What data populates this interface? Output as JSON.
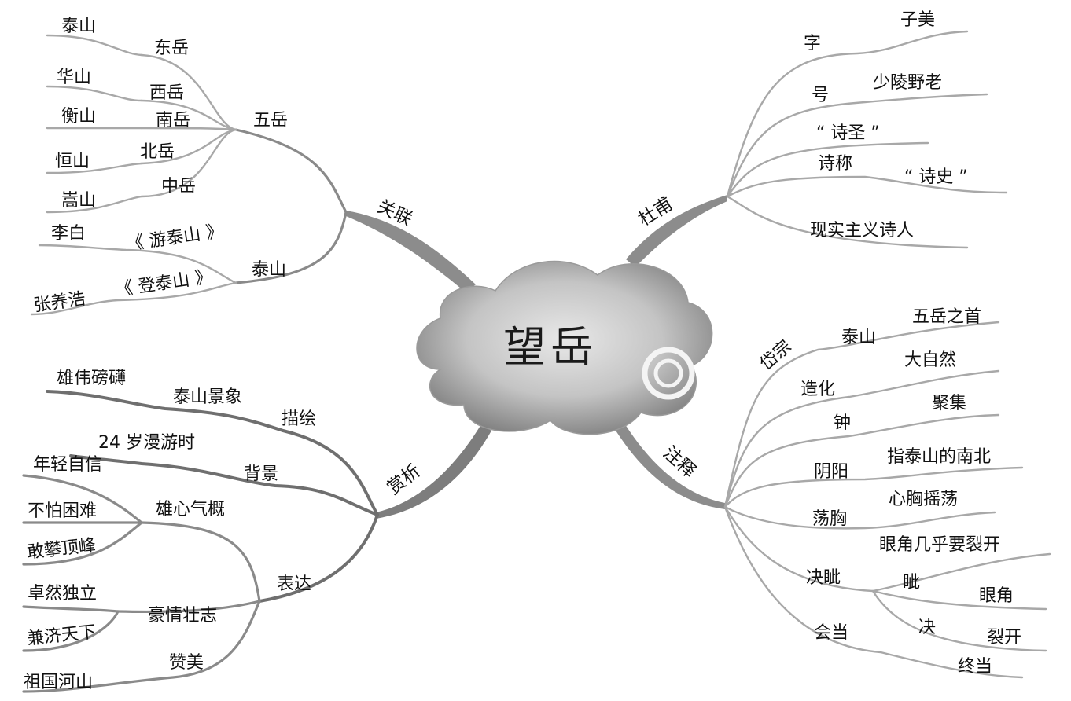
{
  "center": {
    "title": "望岳"
  },
  "branches": {
    "dufu": {
      "label": "杜甫",
      "zi": "字",
      "zimei": "子美",
      "hao": "号",
      "shaoling": "少陵野老",
      "shisheng": "“ 诗圣 ”",
      "shicheng": "诗称",
      "shishi": "“ 诗史 ”",
      "xianshi": "现实主义诗人"
    },
    "guanlian": {
      "label": "关联",
      "wuyue": "五岳",
      "taishan1": "泰山",
      "dongyue": "东岳",
      "huashan": "华山",
      "xiyue": "西岳",
      "hengshan_s": "衡山",
      "nanyue": "南岳",
      "hengshan_n": "恒山",
      "beiyue": "北岳",
      "songshan": "嵩山",
      "zhongyue": "中岳",
      "taishan2": "泰山",
      "libai": "李白",
      "youtaishan": "《 游泰山 》",
      "zhangyanghao": "张养浩",
      "dengtaishan": "《 登泰山 》"
    },
    "shangxi": {
      "label": "赏析",
      "miaohui": "描绘",
      "taishanjingxiang": "泰山景象",
      "xiongwei": "雄伟磅礴",
      "beijing": "背景",
      "manyou": "24 岁漫游时",
      "biaoda": "表达",
      "xiongxin": "雄心气概",
      "nianqing": "年轻自信",
      "bupa": "不怕困难",
      "ganpan": "敢攀顶峰",
      "haoqing": "豪情壮志",
      "zhuoran": "卓然独立",
      "jianji": "兼济天下",
      "zanmei": "赞美",
      "zuguo": "祖国河山"
    },
    "zhushi": {
      "label": "注释",
      "daizong": "岱宗",
      "taishan3": "泰山",
      "wuyuezhishou": "五岳之首",
      "zaohua": "造化",
      "daziran": "大自然",
      "zhong": "钟",
      "juji": "聚集",
      "yinyang": "阴阳",
      "nanbei": "指泰山的南北",
      "dangxiong": "荡胸",
      "xinxiong": "心胸摇荡",
      "juezi": "决眦",
      "yanjiao": "眼角几乎要裂开",
      "zi": "眦",
      "yanjiao2": "眼角",
      "jue": "决",
      "liekai": "裂开",
      "huidang": "会当",
      "zhongdang": "终当"
    }
  },
  "colors": {
    "line_light": "#a8a8a8",
    "line_mid": "#8a8a8a",
    "line_dark": "#6f6f6f",
    "cloud_light": "#e6e6e6",
    "cloud_dark": "#7c7c7c"
  }
}
